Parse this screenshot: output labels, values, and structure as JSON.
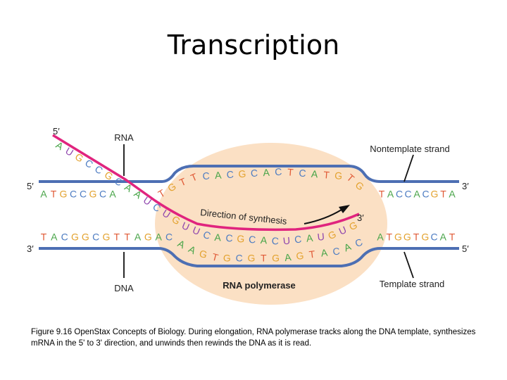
{
  "title": "Transcription",
  "colors": {
    "A": "#4aa54a",
    "T": "#e05b38",
    "C": "#4d7cc2",
    "G": "#e3a22e",
    "U": "#8e44ad",
    "dna_backbone": "#4d6fb3",
    "rna_backbone": "#e0247e",
    "polymerase": "#fbe0c4"
  },
  "labels": {
    "rna": "RNA",
    "dna": "DNA",
    "nontemplate": "Nontemplate strand",
    "template": "Template strand",
    "direction": "Direction of synthesis",
    "polymerase": "RNA polymerase",
    "five_prime_rna": "5′",
    "three_prime_rna": "3′",
    "five_prime_top": "5′",
    "three_prime_top": "3′",
    "three_prime_bottom": "3′",
    "five_prime_bottom": "5′"
  },
  "sequences": {
    "top_left": "ATGCCGCA",
    "top_bubble": "TGTTCACGCACTCATGTG",
    "top_right": "TACCACGTA",
    "bottom_left": "TACGGCGTTAGAC",
    "bottom_bubble": "AAGTGCGTGAGTACAC",
    "bottom_right": "ATGGTGCAT",
    "rna": "AUGCCGCAAUCUGUUCACGCACUCAUGUG"
  },
  "caption": "Figure 9.16 OpenStax Concepts of Biology. During elongation, RNA polymerase tracks along the DNA template, synthesizes mRNA in the 5' to 3' direction, and unwinds then rewinds the DNA as it is read."
}
